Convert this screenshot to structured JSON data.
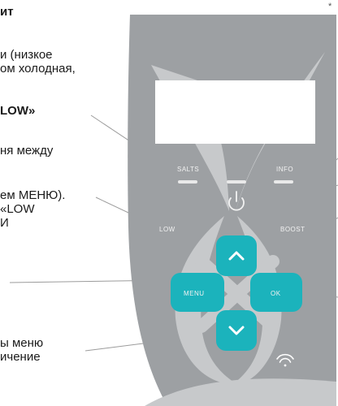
{
  "left_text": {
    "line1": "ит",
    "line2": "и (низкое",
    "line3": "ом холодная,",
    "line4": "LOW»",
    "line5": "ня между",
    "line6": "ем МЕНЮ).",
    "line7": "«LOW",
    "line8": "И",
    "line9": "ы меню",
    "line10": "ичение"
  },
  "panel": {
    "mark": "*",
    "salts_label": "SALTS",
    "info_label": "INFO",
    "low_label": "LOW",
    "boost_label": "BOOST",
    "menu_label": "MENU",
    "ok_label": "OK"
  },
  "colors": {
    "panel": "#9da0a3",
    "cross": "#c7c9cb",
    "teal": "#1bb3bc",
    "screen": "#ffffff",
    "leader": "#9b9b9b"
  },
  "icons": [
    "power-icon",
    "chevron-up-icon",
    "chevron-down-icon",
    "wifi-icon"
  ]
}
